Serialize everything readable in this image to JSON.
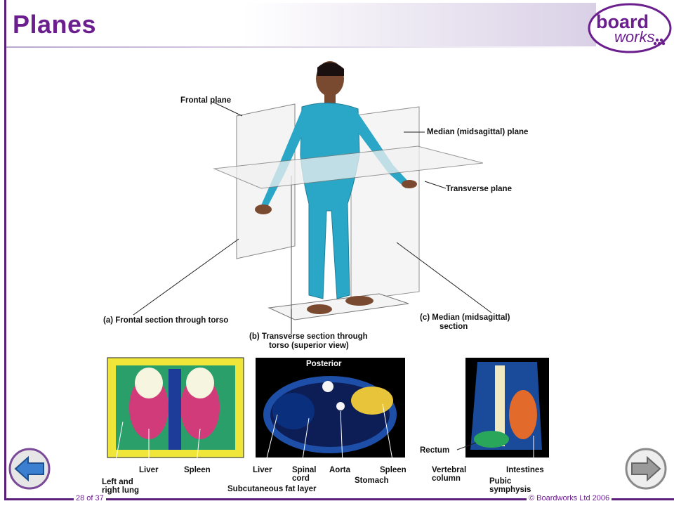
{
  "slide": {
    "title": "Planes",
    "page": "28 of 37",
    "copyright": "© Boardworks Ltd 2006"
  },
  "logo": {
    "line1": "board",
    "line2": "works"
  },
  "figure": {
    "labels": {
      "frontal_plane": "Frontal plane",
      "median_plane": "Median (midsagittal) plane",
      "transverse_plane": "Transverse plane",
      "frontal_section": "(a)  Frontal section through torso",
      "transverse_section_1": "(b)  Transverse section through",
      "transverse_section_2": "torso (superior view)",
      "median_section_1": "(c)  Median (midsagittal)",
      "median_section_2": "section",
      "posterior": "Posterior",
      "left_right_lung_1": "Left and",
      "left_right_lung_2": "right lung",
      "liver_a": "Liver",
      "spleen_a": "Spleen",
      "liver_b": "Liver",
      "spinal_cord_1": "Spinal",
      "spinal_cord_2": "cord",
      "aorta": "Aorta",
      "spleen_b": "Spleen",
      "stomach": "Stomach",
      "subcutaneous": "Subcutaneous fat layer",
      "rectum": "Rectum",
      "vertebral_1": "Vertebral",
      "vertebral_2": "column",
      "pubic_1": "Pubic",
      "pubic_2": "symphysis",
      "intestines": "Intestines"
    }
  },
  "colors": {
    "accent": "#6b1f8f",
    "frame": "#5b1e7a",
    "nav_blue": "#3a7fd0",
    "nav_grey": "#9a9a9a"
  }
}
